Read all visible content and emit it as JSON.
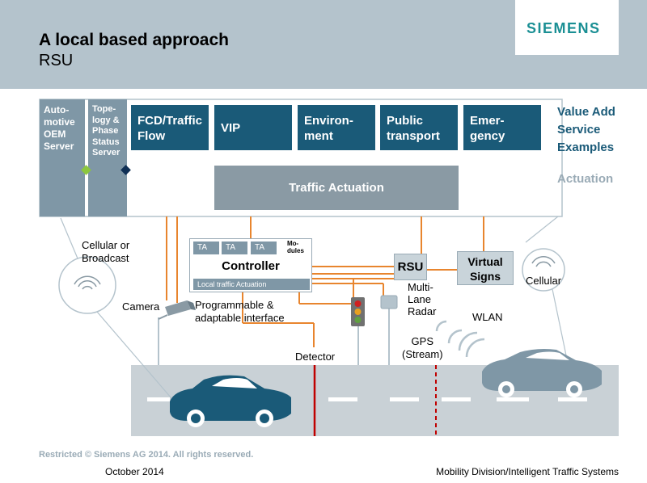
{
  "title": "A local based approach",
  "subtitle": "RSU",
  "logo": "SIEMENS",
  "servers": {
    "oem": [
      "Auto-",
      "motive",
      "OEM",
      "Server"
    ],
    "topology": [
      "Tope-",
      "logy &",
      "Phase",
      "Status",
      "Server"
    ]
  },
  "services": [
    [
      "FCD/Traffic",
      "Flow"
    ],
    [
      "VIP"
    ],
    [
      "Environ-",
      "ment"
    ],
    [
      "Public",
      "transport"
    ],
    [
      "Emer-",
      "gency"
    ]
  ],
  "traffic_actuation": "Traffic Actuation",
  "side_labels": {
    "value_add": [
      "Value Add",
      "Service",
      "Examples"
    ],
    "actuation": "Actuation"
  },
  "controller": {
    "ta": [
      "TA",
      "TA",
      "TA"
    ],
    "modules": [
      "Mo-",
      "dules"
    ],
    "title": "Controller",
    "local": "Local traffic Actuation"
  },
  "rsu": "RSU",
  "virtual_signs": [
    "Virtual",
    "Signs"
  ],
  "labels": {
    "cellular_broadcast": [
      "Cellular or",
      "Broadcast"
    ],
    "cellular": "Cellular",
    "camera": "Camera",
    "programmable": [
      "Programmable &",
      "adaptable interface"
    ],
    "detector": "Detector",
    "radar": [
      "Multi-",
      "Lane",
      "Radar"
    ],
    "wlan": "WLAN",
    "gps": [
      "GPS",
      "(Stream)"
    ]
  },
  "footer": {
    "restricted": "Restricted © Siemens AG 2014. All rights reserved.",
    "date": "October 2014",
    "division": "Mobility Division/Intelligent Traffic Systems"
  },
  "colors": {
    "header": "#b4c3cc",
    "tile": "#1a5a78",
    "gray": "#7f97a6",
    "orange": "#e8852e",
    "brand": "#1a8f94",
    "car": "#1a5a78",
    "road": "#c9d1d6"
  }
}
